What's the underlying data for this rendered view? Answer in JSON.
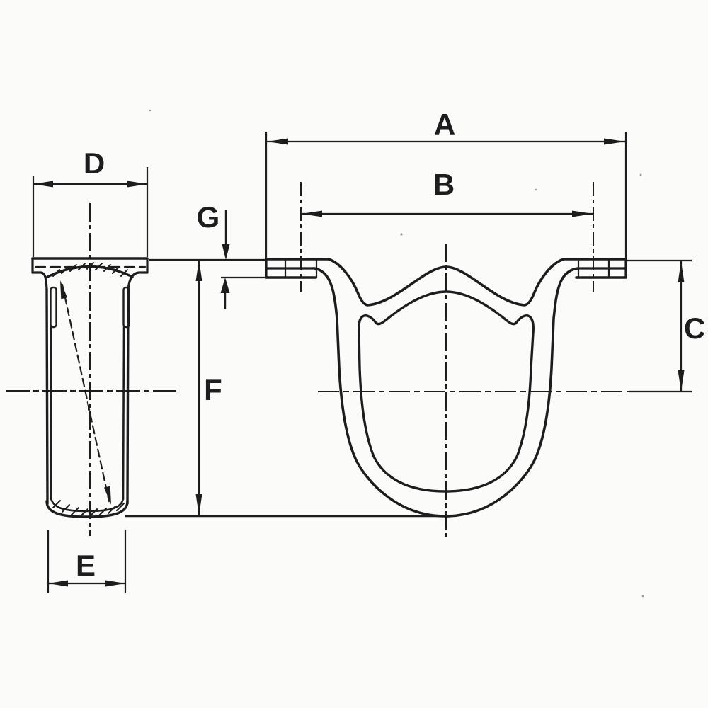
{
  "drawing": {
    "type": "technical-drawing",
    "background": "#fbfbfa",
    "ink": "#1d1d1d",
    "labels": {
      "A": "A",
      "B": "B",
      "C": "C",
      "D": "D",
      "E": "E",
      "F": "F",
      "G": "G"
    }
  }
}
